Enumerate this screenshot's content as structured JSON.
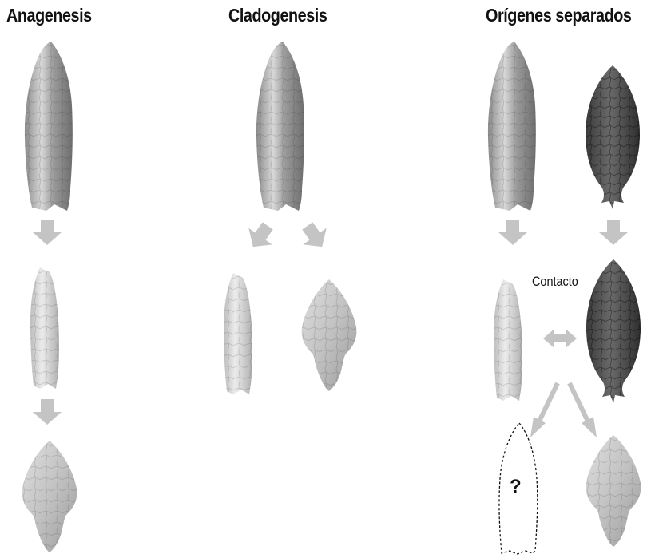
{
  "panels": {
    "anagenesis": {
      "title": "Anagenesis"
    },
    "cladogenesis": {
      "title": "Cladogenesis"
    },
    "separate_origins": {
      "title": "Orígenes separados",
      "contact_label": "Contacto",
      "unknown_mark": "?"
    }
  },
  "colors": {
    "arrow": "#c4c4c4",
    "clovis_point": "#a9a9a9",
    "light_point": "#d9d9d9",
    "stemmed_point": "#c8c8c8",
    "dark_point": "#4a4a4a",
    "outline_dashed": "#111111"
  }
}
